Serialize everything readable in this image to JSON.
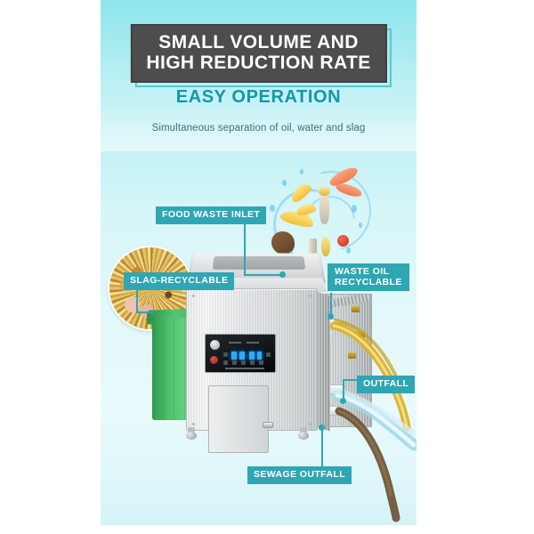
{
  "poster": {
    "background_top_color": "#8ee4ec",
    "background_bottom_color": "#d4f3f7",
    "accent_color": "#2fa6b4",
    "title_box_color": "#4d4d4d"
  },
  "header": {
    "title_line1": "SMALL VOLUME AND",
    "title_line2": "HIGH REDUCTION RATE",
    "subtitle": "EASY OPERATION",
    "description": "Simultaneous separation of oil, water and slag"
  },
  "callouts": [
    {
      "id": "food-waste-inlet",
      "label": "FOOD WASTE INLET"
    },
    {
      "id": "slag-recyclable",
      "label": "SLAG-RECYCLABLE"
    },
    {
      "id": "waste-oil-recyclable",
      "label_line1": "WASTE OIL",
      "label_line2": "RECYCLABLE"
    },
    {
      "id": "outfall",
      "label": "OUTFALL"
    },
    {
      "id": "sewage-outfall",
      "label": "SEWAGE OUTFALL"
    }
  ],
  "illustration": {
    "machine_alt": "stainless steel food waste oil water separator machine",
    "bin_alt": "green recycling bin",
    "slag_alt": "recycled food waste slag closeup",
    "splash_alt": "food scraps and water splash"
  }
}
